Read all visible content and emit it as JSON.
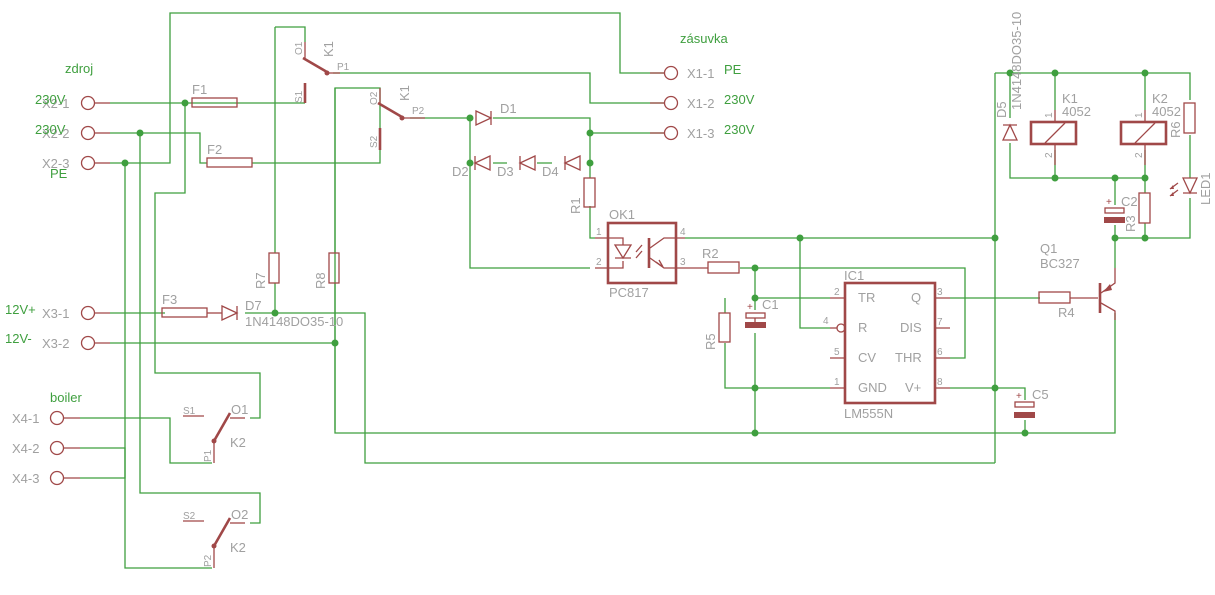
{
  "net_labels": {
    "zdroj": "zdroj",
    "zasuvka": "zásuvka",
    "boiler": "boiler",
    "x2_1": "230V",
    "x2_2": "230V",
    "x2_3": "PE",
    "x1_1": "PE",
    "x1_2": "230V",
    "x1_3": "230V",
    "x3_1": "12V+",
    "x3_2": "12V-"
  },
  "connectors": {
    "x2_1": "X2-1",
    "x2_2": "X2-2",
    "x2_3": "X2-3",
    "x1_1": "X1-1",
    "x1_2": "X1-2",
    "x1_3": "X1-3",
    "x3_1": "X3-1",
    "x3_2": "X3-2",
    "x4_1": "X4-1",
    "x4_2": "X4-2",
    "x4_3": "X4-3"
  },
  "components": {
    "f1": "F1",
    "f2": "F2",
    "f3": "F3",
    "k1": "K1",
    "k2": "K2",
    "k1_value": "4052",
    "k2_value": "4052",
    "d1": "D1",
    "d2": "D2",
    "d3": "D3",
    "d4": "D4",
    "d5": "D5",
    "d5_value": "1N4148DO35-10",
    "d7": "D7",
    "d7_value": "1N4148DO35-10",
    "r1": "R1",
    "r2": "R2",
    "r3": "R3",
    "r4": "R4",
    "r5": "R5",
    "r6": "R6",
    "r7": "R7",
    "r8": "R8",
    "c1": "C1",
    "c2": "C2",
    "c5": "C5",
    "ok1": "OK1",
    "ok1_value": "PC817",
    "ic1": "IC1",
    "ic1_value": "LM555N",
    "q1": "Q1",
    "q1_value": "BC327",
    "led1": "LED1"
  },
  "pins": {
    "o1": "O1",
    "o2": "O2",
    "p1": "P1",
    "p2": "P2",
    "s1": "S1",
    "s2": "S2",
    "n1": "1",
    "n2": "2",
    "n3": "3",
    "n4": "4",
    "n5": "5",
    "n6": "6",
    "n7": "7",
    "n8": "8",
    "tr": "TR",
    "r": "R",
    "cv": "CV",
    "gnd": "GND",
    "q": "Q",
    "dis": "DIS",
    "thr": "THR",
    "vplus": "V+",
    "plus": "+"
  }
}
